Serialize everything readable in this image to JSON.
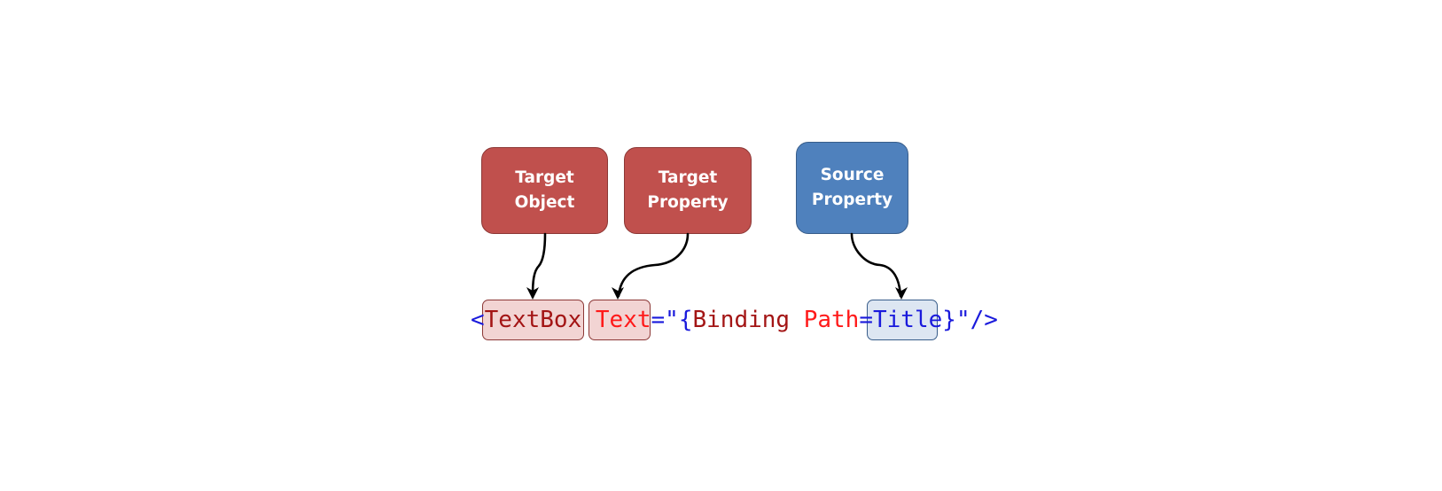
{
  "diagram": {
    "boxes": {
      "target_object": {
        "line1": "Target",
        "line2": "Object",
        "color": "#c0504d"
      },
      "target_property": {
        "line1": "Target",
        "line2": "Property",
        "color": "#c0504d"
      },
      "source_property": {
        "line1": "Source",
        "line2": "Property",
        "color": "#4f81bd"
      }
    },
    "code": {
      "open_bracket": "<",
      "element": "TextBox",
      "space1": " ",
      "attribute": "Text",
      "equals_quote": "=\"",
      "open_brace": "{",
      "markup_ext": "Binding",
      "space2": " ",
      "path_attr": "Path",
      "equals": "=",
      "path_value": "Title",
      "close_brace": "}",
      "closing": "\"/>"
    },
    "colors": {
      "target_red": "#c0504d",
      "source_blue": "#4f81bd",
      "code_blue": "#1a1adc",
      "code_maroon": "#a31515",
      "code_red": "#ff1a1a"
    }
  }
}
